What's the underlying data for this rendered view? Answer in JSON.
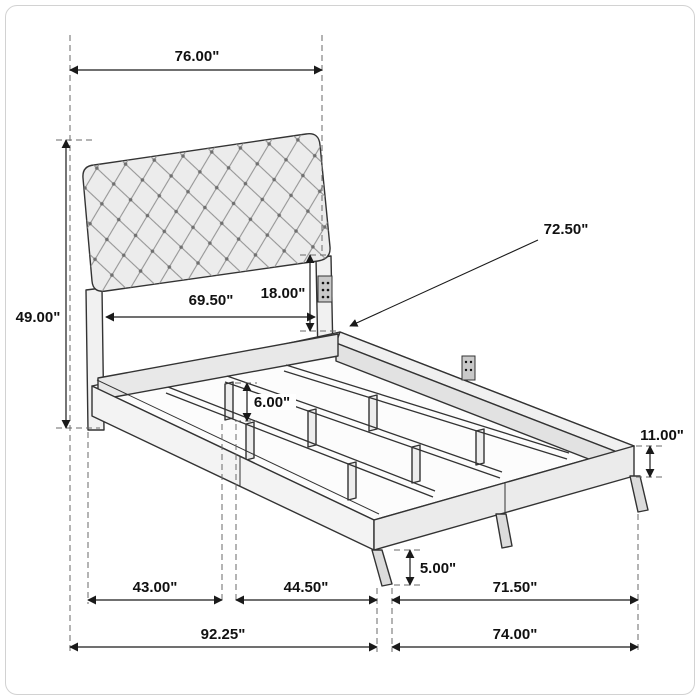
{
  "dims": {
    "top_width": "76.00\"",
    "rail_length": "72.50\"",
    "headboard_inner_width": "69.50\"",
    "headboard_drop": "18.00\"",
    "headboard_height": "49.00\"",
    "slat_leg_height": "6.00\"",
    "side_rail_height": "11.00\"",
    "foot_leg_height": "5.00\"",
    "floor_seg_left": "43.00\"",
    "floor_seg_mid": "44.50\"",
    "floor_seg_right": "71.50\"",
    "overall_length": "92.25\"",
    "overall_width": "74.00\""
  }
}
